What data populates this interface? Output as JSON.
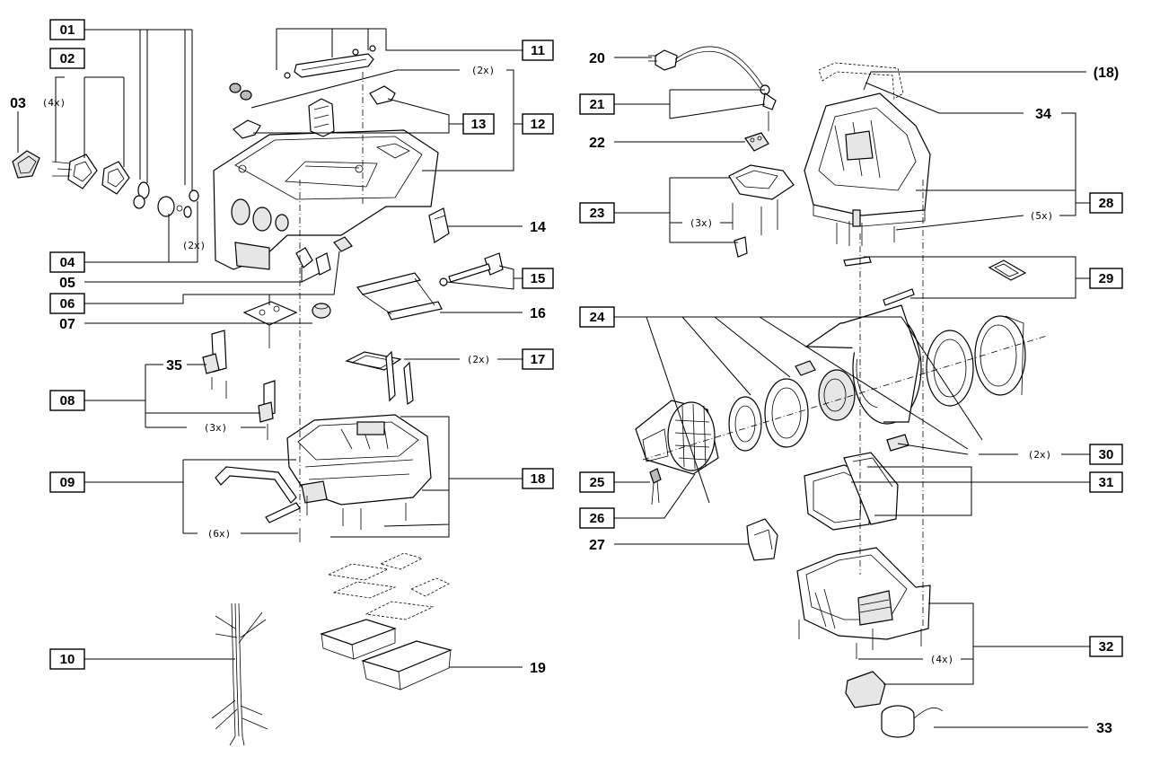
{
  "labels": {
    "p01": "01",
    "p02": "02",
    "p03": "03",
    "p04": "04",
    "p05": "05",
    "p06": "06",
    "p07": "07",
    "p08": "08",
    "p09": "09",
    "p10": "10",
    "p11": "11",
    "p12": "12",
    "p13": "13",
    "p14": "14",
    "p15": "15",
    "p16": "16",
    "p17": "17",
    "p18": "18",
    "p19": "19",
    "p20": "20",
    "p21": "21",
    "p22": "22",
    "p23": "23",
    "p24": "24",
    "p25": "25",
    "p26": "26",
    "p27": "27",
    "p28": "28",
    "p29": "29",
    "p30": "30",
    "p31": "31",
    "p32": "32",
    "p33": "33",
    "p34": "34",
    "p35": "35",
    "p18ref": "(18)"
  },
  "quantities": {
    "q02": "(4x)",
    "q04": "(2x)",
    "q12": "(2x)",
    "q17": "(2x)",
    "q08": "(3x)",
    "q09": "(6x)",
    "q23": "(3x)",
    "q28": "(5x)",
    "q30": "(2x)",
    "q32": "(4x)"
  }
}
